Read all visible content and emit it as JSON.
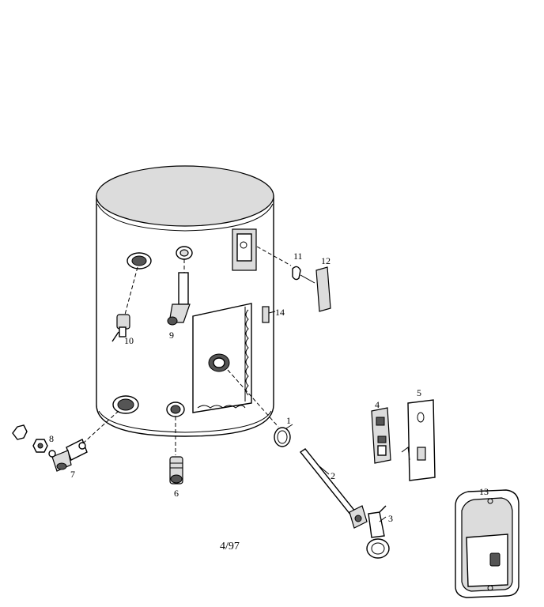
{
  "callouts": {
    "c1": "1",
    "c2": "2",
    "c3": "3",
    "c4": "4",
    "c5": "5",
    "c6": "6",
    "c7": "7",
    "c8": "8",
    "c9": "9",
    "c10": "10",
    "c11": "11",
    "c12": "12",
    "c13": "13",
    "c14": "14"
  },
  "date_code": "4/97"
}
